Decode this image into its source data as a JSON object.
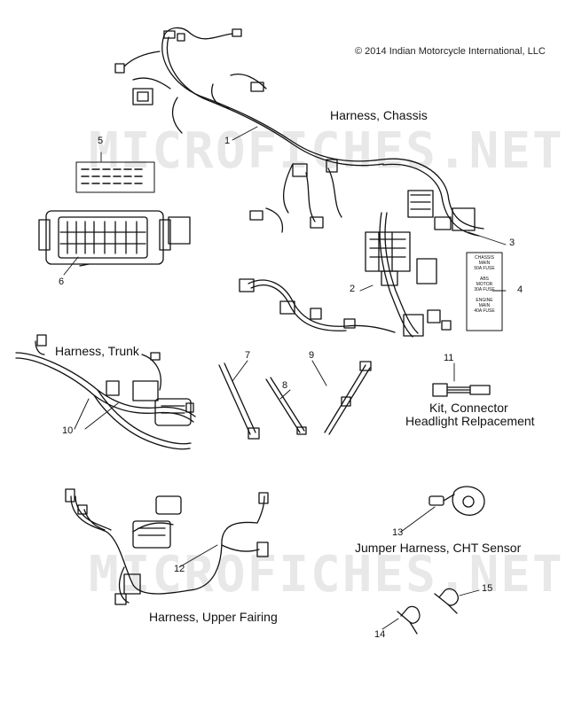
{
  "copyright": "© 2014 Indian Motorcycle International, LLC",
  "watermark": "MICROFICHES.NET",
  "labels": {
    "harness_chassis": "Harness, Chassis",
    "harness_trunk": "Harness, Trunk",
    "kit_connector_line1": "Kit, Connector",
    "kit_connector_line2": "Headlight Relpacement",
    "jumper_harness": "Jumper Harness, CHT Sensor",
    "harness_upper_fairing": "Harness, Upper Fairing"
  },
  "callouts": {
    "n1": "1",
    "n2": "2",
    "n3": "3",
    "n4": "4",
    "n5": "5",
    "n6": "6",
    "n7": "7",
    "n8": "8",
    "n9": "9",
    "n10": "10",
    "n11": "11",
    "n12": "12",
    "n13": "13",
    "n14": "14",
    "n15": "15"
  },
  "fuse_label": {
    "line1": "CHASSIS",
    "line2": "MAIN",
    "line3": "50A FUSE",
    "line4": "ABS",
    "line5": "MOTOR",
    "line6": "30A FUSE",
    "line7": "ENGINE",
    "line8": "MAIN",
    "line9": "40A FUSE"
  }
}
